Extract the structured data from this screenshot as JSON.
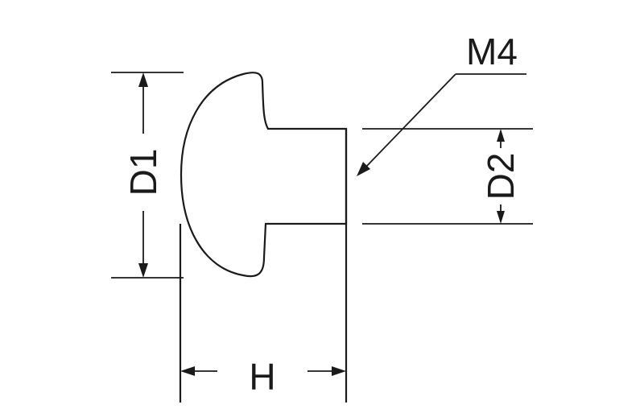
{
  "labels": {
    "d1": "D1",
    "d2": "D2",
    "h": "H",
    "thread": "M4"
  }
}
